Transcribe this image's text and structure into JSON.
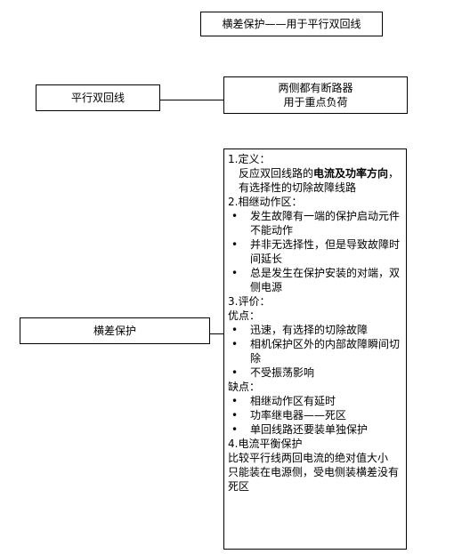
{
  "title": "横差保护——用于平行双回线",
  "node_parallel": "平行双回线",
  "node_breakers": [
    "两侧都有断路器",
    "用于重点负荷"
  ],
  "node_protection": "横差保护",
  "details": {
    "s1_head": "1.定义：",
    "s1_pre": "反应双回线路的",
    "s1_bold": "电流及功率方向",
    "s1_post": "，有选择性的切除故障线路",
    "s2_head": "2.相继动作区：",
    "s2_items": [
      "发生故障有一端的保护启动元件不能动作",
      "并非无选择性，但是导致故障时间延长",
      "总是发生在保护安装的对端，双侧电源"
    ],
    "s3_head": "3.评价：",
    "pros_head": "优点：",
    "pros": [
      "迅速，有选择的切除故障",
      "相机保护区外的内部故障瞬间切除",
      "不受振荡影响"
    ],
    "cons_head": "缺点：",
    "cons": [
      "相继动作区有延时",
      "功率继电器——死区",
      "单回线路还要装单独保护"
    ],
    "s4_head": "4.电流平衡保护",
    "s4_lines": [
      "比较平行线两回电流的绝对值大小",
      "只能装在电源侧，受电侧装横差没有死区"
    ]
  }
}
